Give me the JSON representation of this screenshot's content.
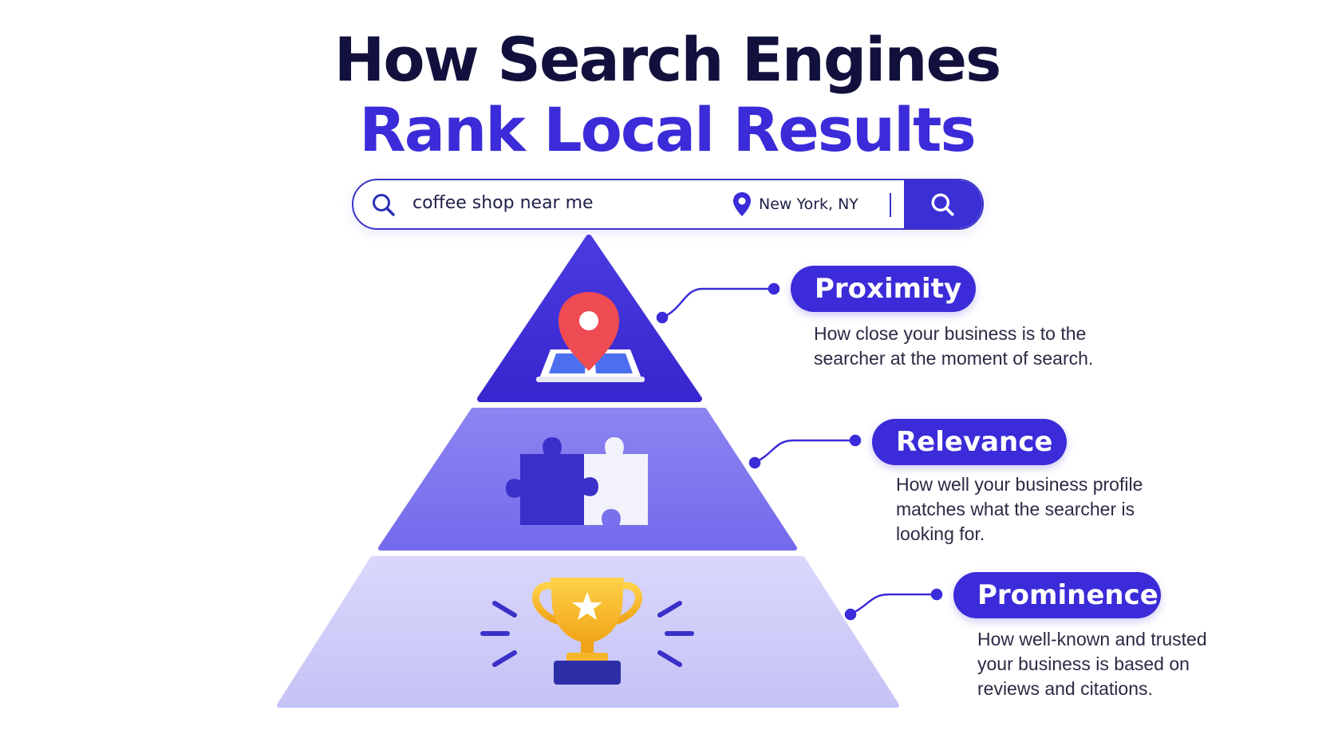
{
  "title": {
    "line1": "How Search Engines",
    "line2": "Rank Local Results"
  },
  "search": {
    "query": "coffee shop near me",
    "location": "New York, NY"
  },
  "factors": [
    {
      "label": "Proximity",
      "description": "How close your business is to the searcher at the moment of search."
    },
    {
      "label": "Relevance",
      "description": "How well your business profile matches what the searcher is looking for."
    },
    {
      "label": "Prominence",
      "description": "How well-known and trusted your business is based on reviews and citations."
    }
  ],
  "colors": {
    "title_dark": "#12113d",
    "accent": "#3b2bd8",
    "tier_top": "#3d2fd4",
    "tier_middle": "#7b72ee",
    "tier_bottom": "#cfcdf8"
  }
}
